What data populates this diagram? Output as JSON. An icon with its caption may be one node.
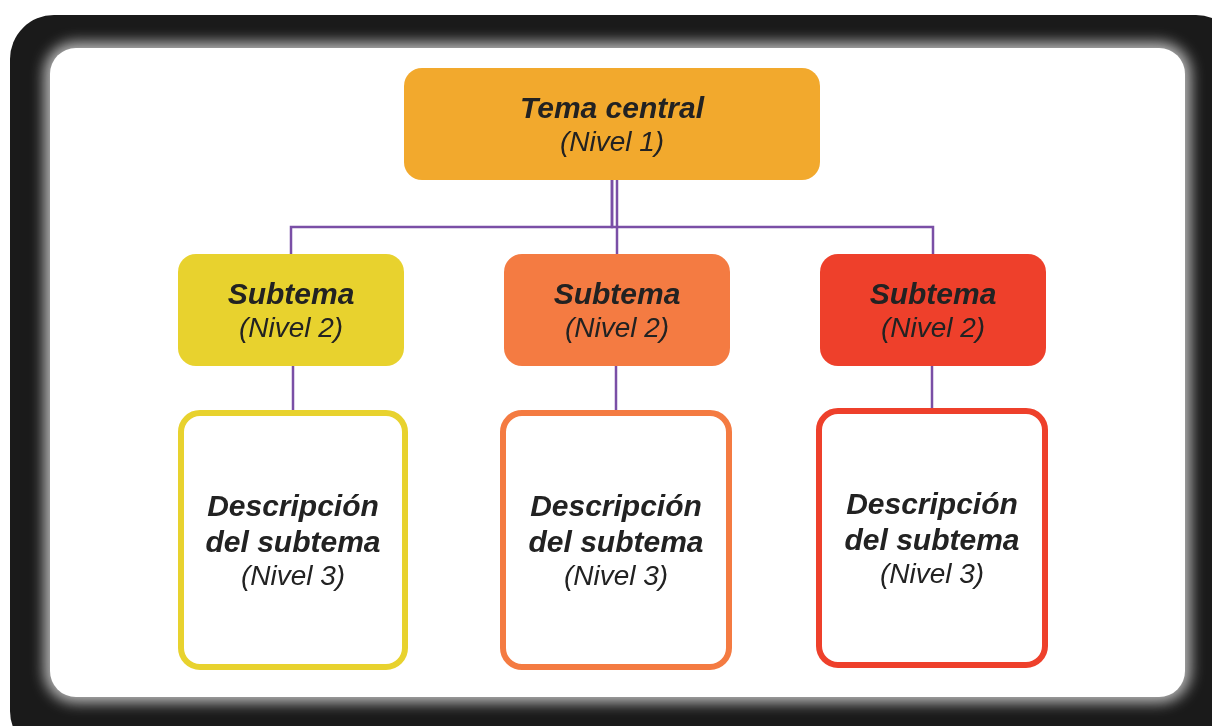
{
  "diagram": {
    "nodes": [
      {
        "text": [
          "Tema central",
          "(Nivel 1)"
        ]
      },
      {
        "text": [
          "Subtema",
          "(Nivel 2)"
        ]
      },
      {
        "text": [
          "Subtema",
          "(Nivel 2)"
        ]
      },
      {
        "text": [
          "Subtema",
          "(Nivel 2)"
        ]
      },
      {
        "text": [
          "Descripción del subtema",
          "(Nivel 3)"
        ]
      },
      {
        "text": [
          "Descripción del subtema",
          "(Nivel 3)"
        ]
      },
      {
        "text": [
          "Descripción del subtema",
          "(Nivel 3)"
        ]
      }
    ],
    "edges": [
      {
        "from": 0,
        "to": 1,
        "arrow": "none"
      },
      {
        "from": 0,
        "to": 2,
        "arrow": "none"
      },
      {
        "from": 0,
        "to": 3,
        "arrow": "none"
      },
      {
        "from": 1,
        "to": 4,
        "arrow": "none"
      },
      {
        "from": 2,
        "to": 5,
        "arrow": "none"
      },
      {
        "from": 3,
        "to": 6,
        "arrow": "none"
      }
    ]
  }
}
